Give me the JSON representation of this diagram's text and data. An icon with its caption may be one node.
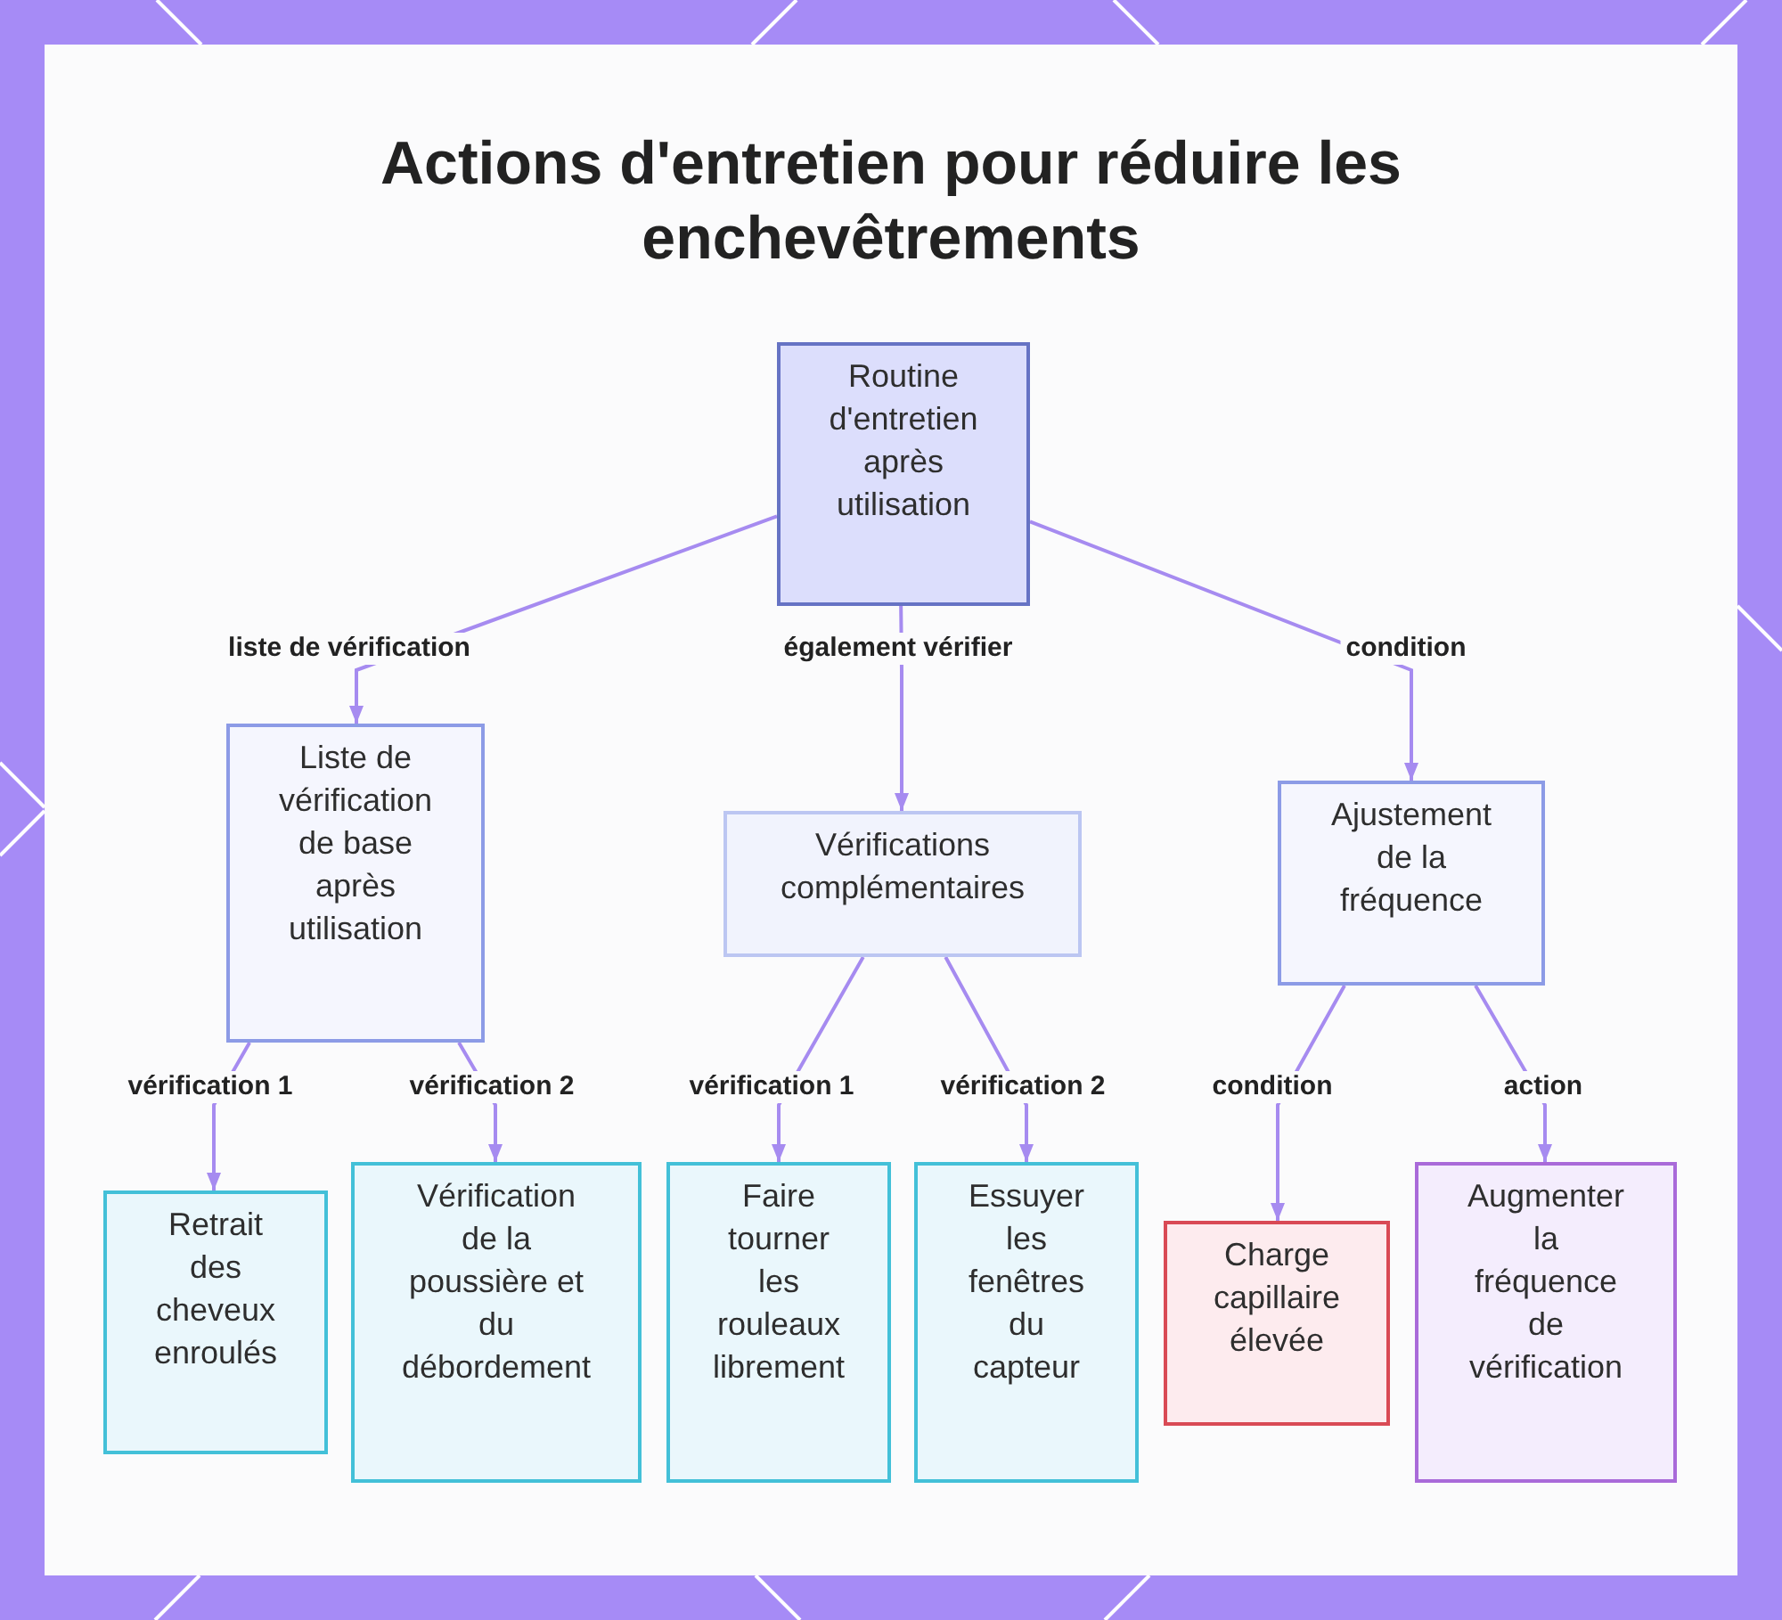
{
  "diagram": {
    "title": "Actions d'entretien pour réduire les enchevêtrements",
    "nodes": [
      {
        "text": [
          "Routine d'entretien après utilisation"
        ]
      },
      {
        "text": [
          "Liste de vérification de base après utilisation"
        ]
      },
      {
        "text": [
          "Vérifications complémentaires"
        ]
      },
      {
        "text": [
          "Ajustement de la fréquence"
        ]
      },
      {
        "text": [
          "Retrait des cheveux enroulés"
        ]
      },
      {
        "text": [
          "Vérification de la poussière et du débordement"
        ]
      },
      {
        "text": [
          "Faire tourner les rouleaux librement"
        ]
      },
      {
        "text": [
          "Essuyer les fenêtres du capteur"
        ]
      },
      {
        "text": [
          "Charge capillaire élevée"
        ]
      },
      {
        "text": [
          "Augmenter la fréquence de vérification"
        ]
      }
    ],
    "edges": [
      {
        "from": 0,
        "to": 1,
        "arrow": "to",
        "label": "liste de vérification"
      },
      {
        "from": 0,
        "to": 2,
        "arrow": "to",
        "label": "également vérifier"
      },
      {
        "from": 0,
        "to": 3,
        "arrow": "to",
        "label": "condition"
      },
      {
        "from": 1,
        "to": 4,
        "arrow": "to",
        "label": "vérification 1"
      },
      {
        "from": 1,
        "to": 5,
        "arrow": "to",
        "label": "vérification 2"
      },
      {
        "from": 2,
        "to": 6,
        "arrow": "to",
        "label": "vérification 1"
      },
      {
        "from": 2,
        "to": 7,
        "arrow": "to",
        "label": "vérification 2"
      },
      {
        "from": 3,
        "to": 8,
        "arrow": "to",
        "label": "condition"
      },
      {
        "from": 3,
        "to": 9,
        "arrow": "to",
        "label": "action"
      }
    ]
  }
}
